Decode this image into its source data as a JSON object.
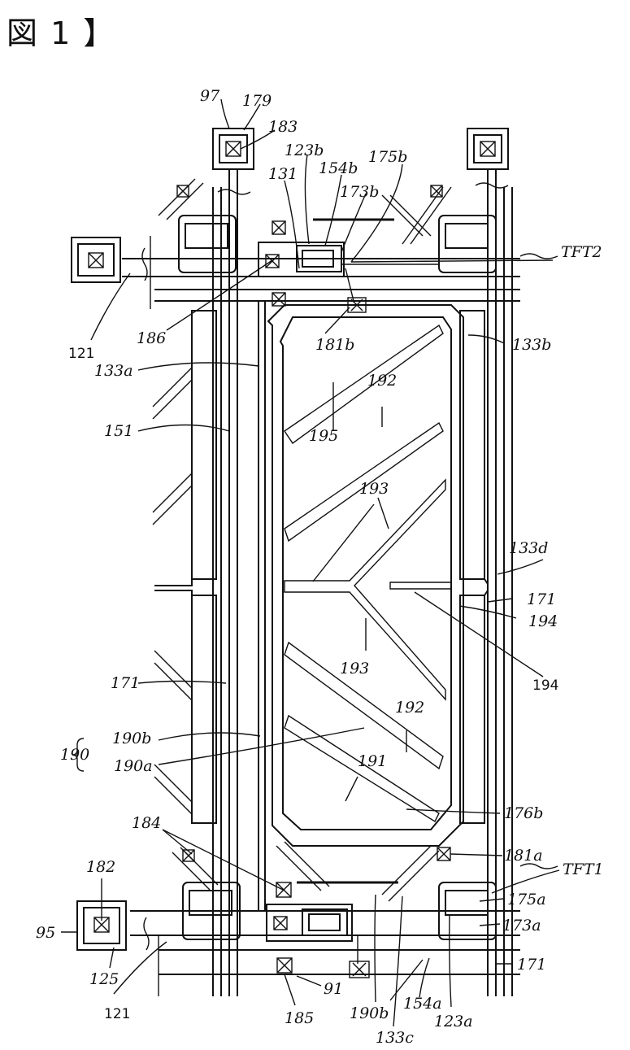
{
  "figure": {
    "title": "図 1 】"
  },
  "labels": {
    "l97": "97",
    "l179": "179",
    "l183": "183",
    "l123b": "123b",
    "l175b": "175b",
    "l131": "131",
    "l154b": "154b",
    "l173b": "173b",
    "lTFT2": "TFT2",
    "l121top": "121",
    "l186": "186",
    "l181b": "181b",
    "l133b": "133b",
    "l133a": "133a",
    "l192a": "192",
    "l151": "151",
    "l195": "195",
    "l193a": "193",
    "l133d": "133d",
    "l171a": "171",
    "l194a": "194",
    "l194b": "194",
    "l193b": "193",
    "l171b": "171",
    "l192b": "192",
    "l190": "190",
    "l190b": "190b",
    "l190a": "190a",
    "l191": "191",
    "l176b": "176b",
    "l184": "184",
    "l181a": "181a",
    "lTFT1": "TFT1",
    "l182": "182",
    "l175a": "175a",
    "l95": "95",
    "l173a": "173a",
    "l125": "125",
    "l171c": "171",
    "l121bot": "121",
    "l91": "91",
    "l185": "185",
    "l190b2": "190b",
    "l154a": "154a",
    "l123a": "123a",
    "l133c": "133c"
  }
}
